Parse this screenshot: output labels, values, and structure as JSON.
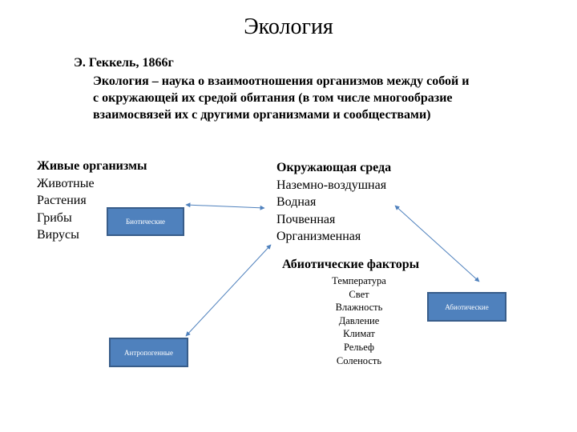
{
  "title": "Экология",
  "author": "Э. Геккель, 1866г",
  "definition": "Экология – наука о взаимоотношения организмов между собой и с окружающей их средой обитания (в том числе многообразие взаимосвязей их с другими организмами и сообществами)",
  "living": {
    "heading": "Живые организмы",
    "items": [
      "Животные",
      "Растения",
      "Грибы",
      "Вирусы"
    ]
  },
  "environment": {
    "heading": "Окружающая среда",
    "items": [
      "Наземно-воздушная",
      "Водная",
      "Почвенная",
      "Организменная"
    ]
  },
  "abiotic_factors": {
    "heading": "Абиотические факторы",
    "items": [
      "Температура",
      "Свет",
      "Влажность",
      "Давление",
      "Климат",
      "Рельеф",
      "Соленость"
    ]
  },
  "boxes": {
    "biotic": "Биотические",
    "abiotic": "Абиотические",
    "anthropogenic": "Антропогенные"
  },
  "colors": {
    "box_fill": "#4f81bd",
    "box_border": "#385d8a",
    "arrow": "#4f81bd"
  }
}
